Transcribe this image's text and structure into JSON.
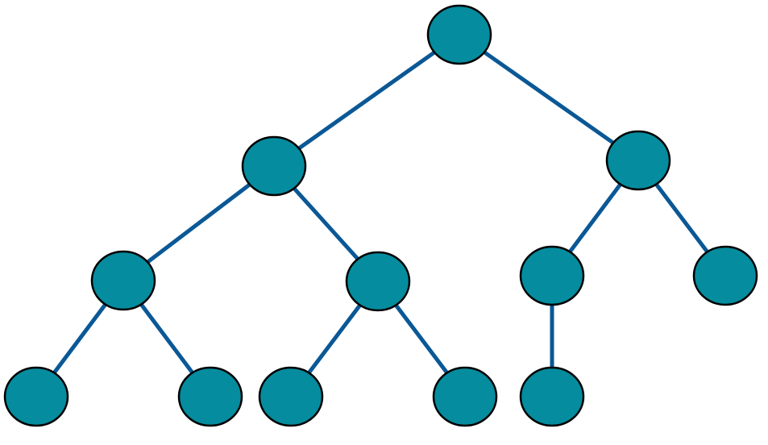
{
  "diagram": {
    "type": "binary-tree",
    "colors": {
      "node_fill": "#058c9e",
      "node_stroke": "#000000",
      "edge": "#0a5896"
    },
    "nodes": [
      "root",
      "l1a",
      "l1b",
      "l2a",
      "l2b",
      "l2c",
      "l2d",
      "l3a",
      "l3b",
      "l3c",
      "l3d",
      "l3e"
    ],
    "edges": [
      [
        "root",
        "l1a"
      ],
      [
        "root",
        "l1b"
      ],
      [
        "l1a",
        "l2a"
      ],
      [
        "l1a",
        "l2b"
      ],
      [
        "l1b",
        "l2c"
      ],
      [
        "l1b",
        "l2d"
      ],
      [
        "l2a",
        "l3a"
      ],
      [
        "l2a",
        "l3b"
      ],
      [
        "l2b",
        "l3c"
      ],
      [
        "l2b",
        "l3d"
      ],
      [
        "l2c",
        "l3e"
      ]
    ]
  }
}
